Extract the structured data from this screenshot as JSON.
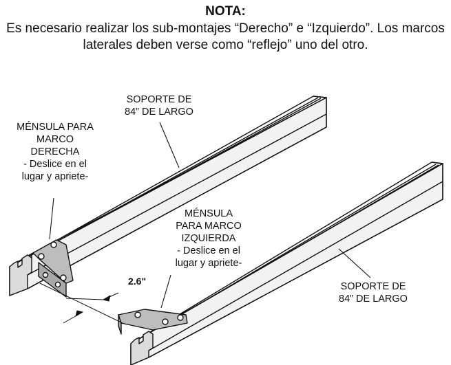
{
  "note": {
    "title": "NOTA:",
    "body": "Es necesario realizar los sub-montajes “Derecho” e “Izquierdo”. Los marcos laterales deben verse como “reflejo” uno del otro."
  },
  "labels": {
    "support_top": "SOPORTE DE\n84” DE LARGO",
    "bracket_right": "MÉNSULA PARA\nMARCO\nDERECHA\n- Deslice en el\nlugar y apriete-",
    "bracket_left": "MÉNSULA\nPARA MARCO\nIZQUIERDA\n- Deslice en el\nlugar y apriete-",
    "support_right": "SOPORTE DE\n84” DE LARGO"
  },
  "dimension": "2.6\""
}
